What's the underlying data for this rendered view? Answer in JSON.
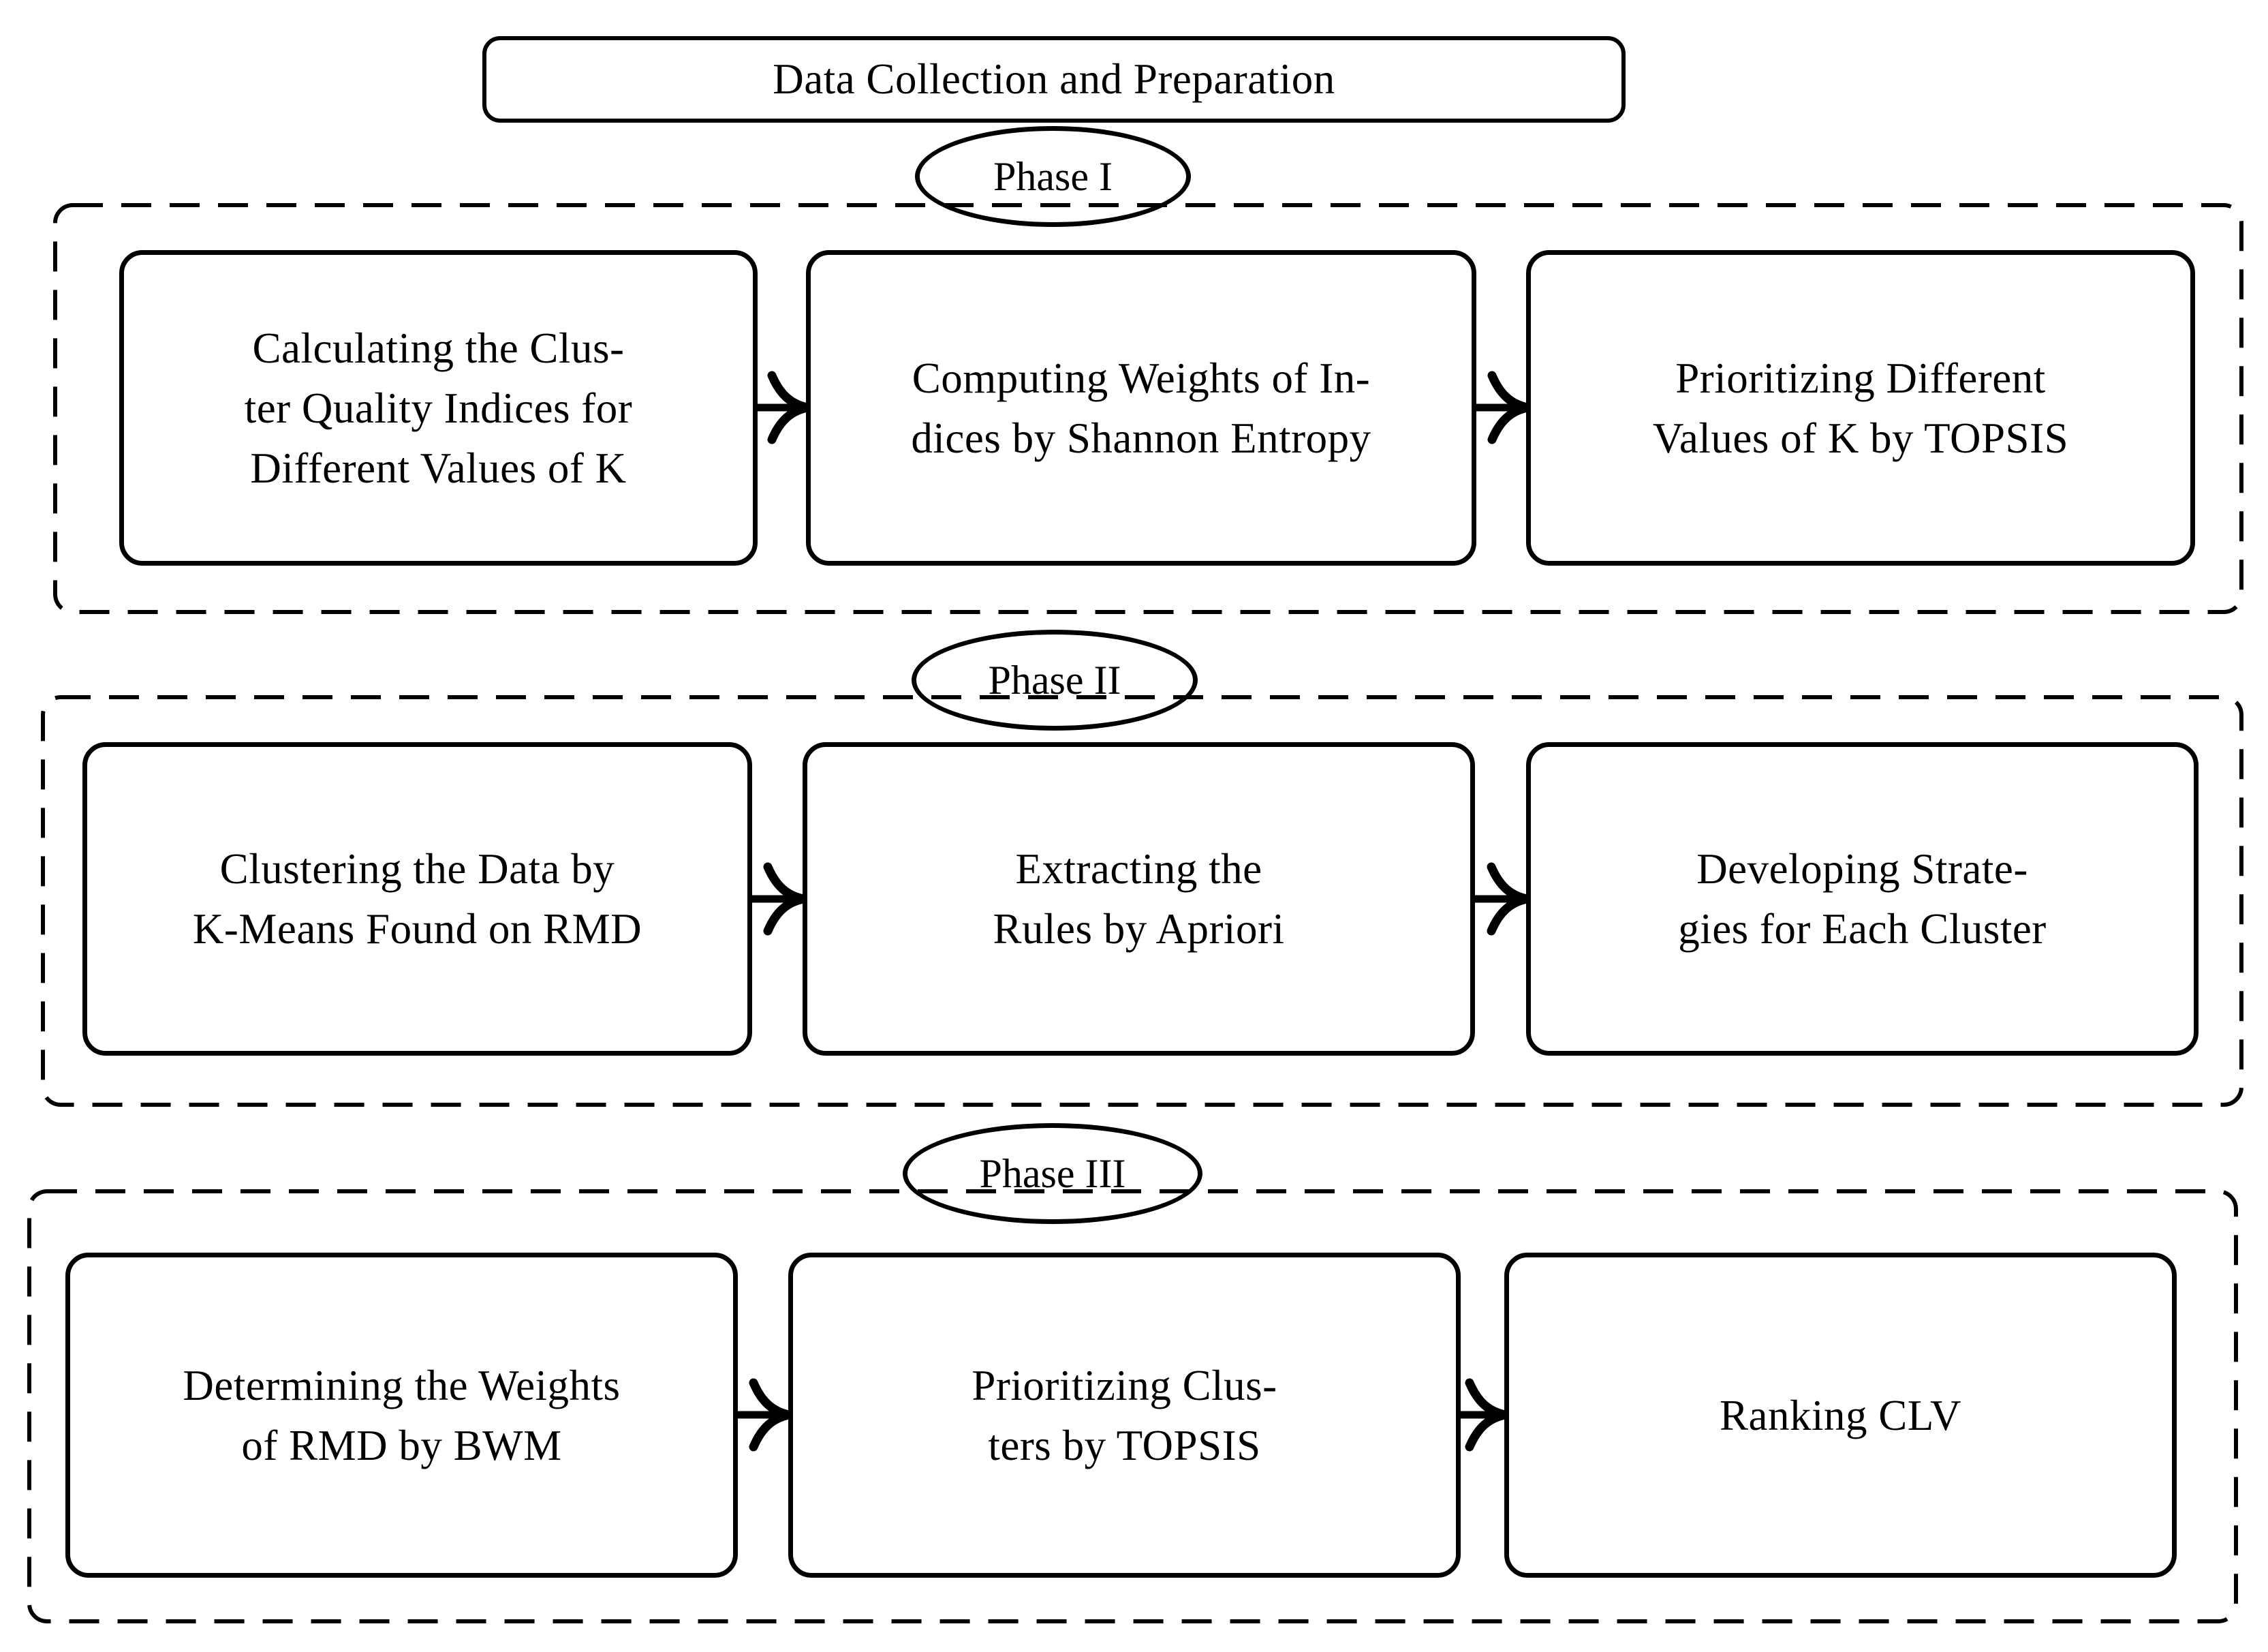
{
  "title": {
    "label": "Data Collection and Preparation"
  },
  "phases": [
    {
      "label": "Phase I",
      "boxes": [
        {
          "lines": [
            "Calculating the Clus-",
            "ter Quality Indices for",
            "Different Values of K"
          ]
        },
        {
          "lines": [
            "Computing Weights of In-",
            "dices by Shannon Entropy"
          ]
        },
        {
          "lines": [
            "Prioritizing Different",
            "Values of K by TOPSIS"
          ]
        }
      ]
    },
    {
      "label": "Phase II",
      "boxes": [
        {
          "lines": [
            "Clustering the Data by",
            "K-Means Found on RMD"
          ]
        },
        {
          "lines": [
            "Extracting the",
            "Rules by Apriori"
          ]
        },
        {
          "lines": [
            "Developing Strate-",
            "gies for Each Cluster"
          ]
        }
      ]
    },
    {
      "label": "Phase III",
      "boxes": [
        {
          "lines": [
            "Determining the Weights",
            "of RMD by BWM"
          ]
        },
        {
          "lines": [
            "Prioritizing Clus-",
            "ters by TOPSIS"
          ]
        },
        {
          "lines": [
            "Ranking CLV"
          ]
        }
      ]
    }
  ],
  "colors": {
    "ink": "#000000",
    "background": "#ffffff"
  }
}
